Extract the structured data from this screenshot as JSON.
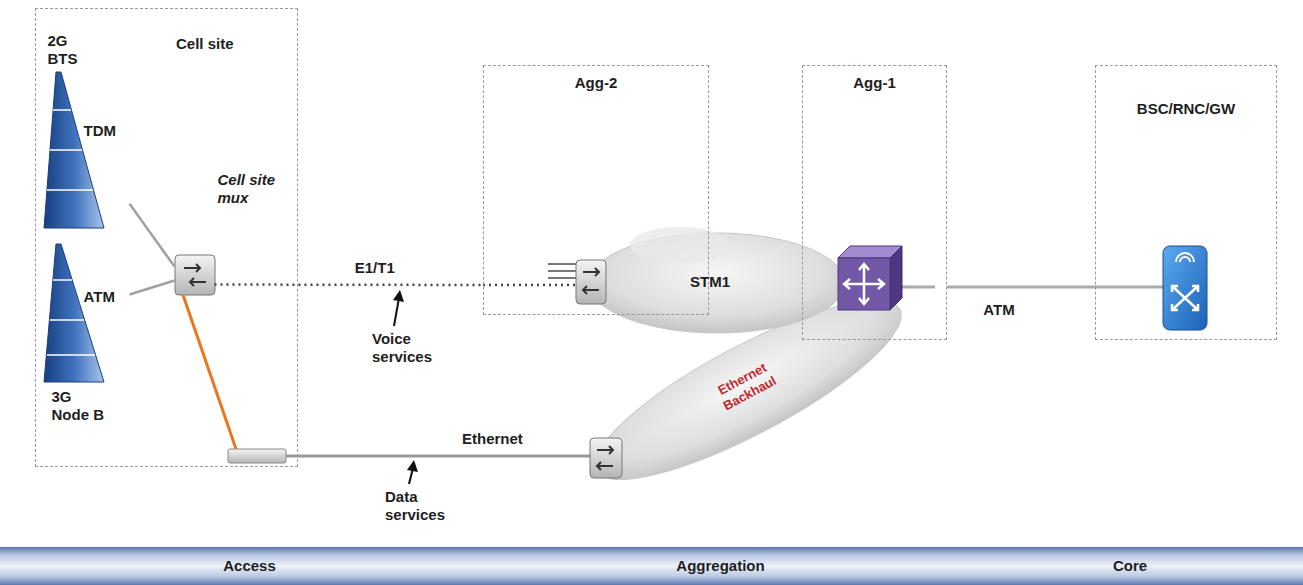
{
  "diagram": {
    "nodes": [
      {
        "text": [
          "Cell site"
        ]
      },
      {
        "text": [
          "2G BTS",
          "TDM"
        ],
        "in": 0
      },
      {
        "text": [
          "ATM",
          "3G Node B"
        ],
        "in": 0
      },
      {
        "text": [
          "Cell site mux"
        ],
        "in": 0
      },
      {
        "text": [
          "Agg-2"
        ]
      },
      {
        "text": [
          "Agg-1"
        ]
      },
      {
        "text": [
          "BSC/RNC/GW"
        ]
      },
      {
        "text": [
          "Access"
        ]
      },
      {
        "text": [
          "Aggregation"
        ]
      },
      {
        "text": [
          "Core"
        ]
      }
    ],
    "edges": [
      {
        "from": 1,
        "to": 3,
        "arrow": "none"
      },
      {
        "from": 2,
        "to": 3,
        "arrow": "none"
      },
      {
        "from": 3,
        "to": 4,
        "label": "E1/T1",
        "arrow": "none"
      },
      {
        "from": 5,
        "to": 6,
        "label": "ATM",
        "arrow": "none"
      }
    ],
    "labels": [
      "Voice services",
      "STM1",
      "Ethernet Backhaul",
      "Ethernet",
      "Data services"
    ]
  }
}
